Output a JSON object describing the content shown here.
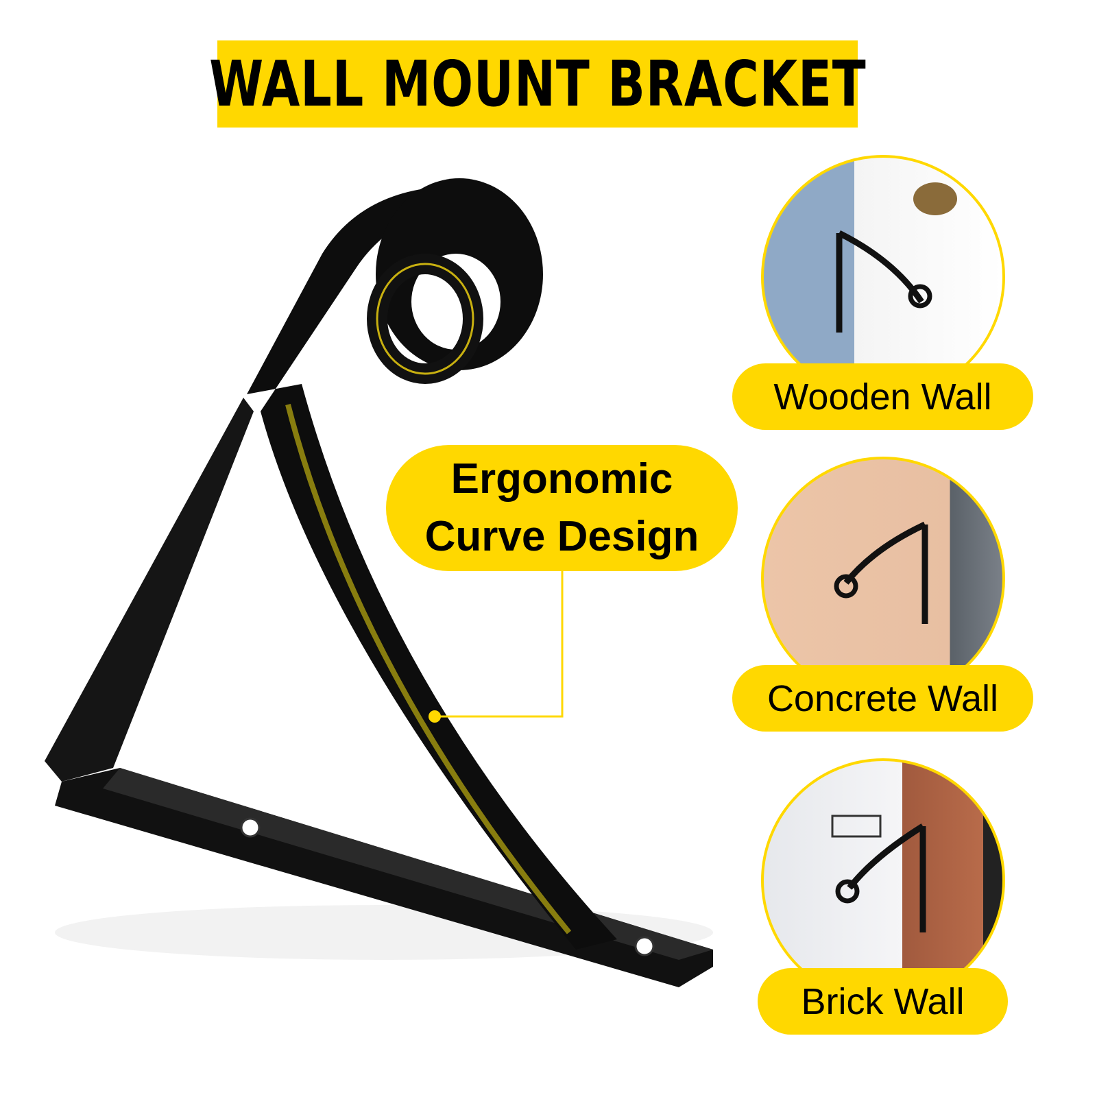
{
  "title": "WALL MOUNT BRACKET",
  "feature_callout": {
    "line1": "Ergonomic",
    "line2": "Curve Design"
  },
  "applications": [
    {
      "label": "Wooden Wall"
    },
    {
      "label": "Concrete Wall"
    },
    {
      "label": "Brick Wall"
    }
  ],
  "colors": {
    "accent": "#FFD800",
    "bracket": "#0a0a0a"
  }
}
